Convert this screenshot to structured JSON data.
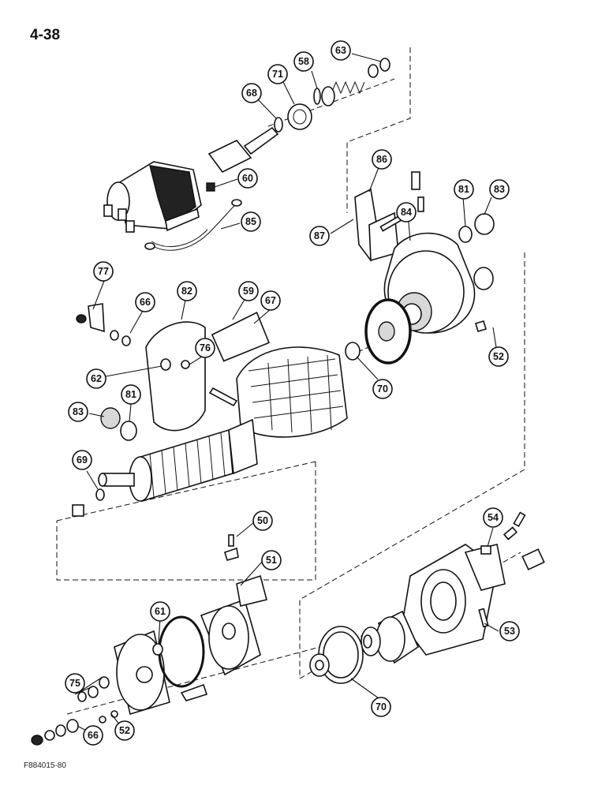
{
  "page_number": "4-38",
  "figure_code": "F884015-80",
  "callouts": [
    "63",
    "58",
    "71",
    "68",
    "60",
    "85",
    "86",
    "81",
    "83",
    "84",
    "87",
    "77",
    "82",
    "59",
    "67",
    "66",
    "76",
    "62",
    "83",
    "81",
    "52",
    "70",
    "69",
    "50",
    "51",
    "54",
    "61",
    "75",
    "53",
    "70",
    "66",
    "52"
  ]
}
